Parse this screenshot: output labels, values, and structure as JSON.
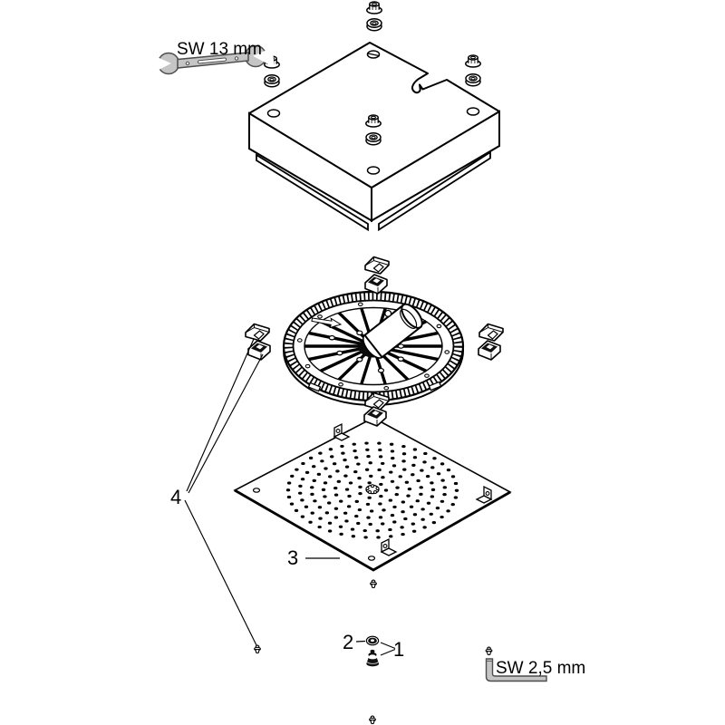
{
  "diagram": {
    "tools": {
      "wrench_label": "SW 13 mm",
      "hex_key_label": "SW 2,5 mm"
    },
    "callouts": {
      "part1": "1",
      "part2": "2",
      "part3": "3",
      "part4": "4"
    },
    "colors": {
      "background": "#ffffff",
      "line_color": "#000000",
      "tool_fill": "#c5c5c5",
      "tool_outline": "#4d4d4d"
    }
  }
}
